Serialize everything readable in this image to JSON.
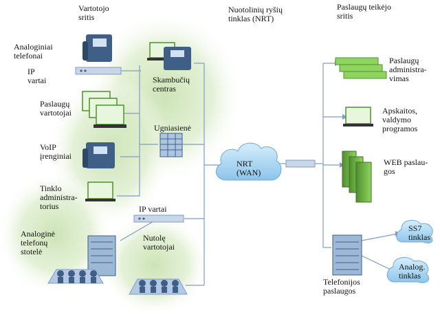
{
  "colors": {
    "glow": "#c9e2b2",
    "line": "#7f9bc4",
    "device_green": "#6cc24a",
    "cloud": "#b9ddf5",
    "phone": "#3f5f86"
  },
  "headers": {
    "consumer_area": "Vartotojo\nsritis",
    "remote_network": "Nuotolinių ryšių\ntinklas (NRT)",
    "provider_area": "Paslaugų teikėjo\nsritis"
  },
  "left": {
    "analog_phones": "Analoginiai\ntelefonai",
    "ip_gateway_top": "IP\nvartai",
    "service_consumers": "Paslaugų\nvartotojai",
    "voip_devices": "VoIP\nįrenginiai",
    "network_admin": "Tinklo\nadministra-\ntorius",
    "analog_station": "Analoginė\ntelefonų\nstotelė"
  },
  "center": {
    "call_center": "Skambučių\ncentras",
    "firewall": "Ugniasienė",
    "ip_gateway_mid": "IP vartai",
    "remote_users": "Nutolę\nvartotojai",
    "wan": "NRT\n(WAN)"
  },
  "right": {
    "service_admin": "Paslaugų\nadministra-\nvimas",
    "accounting": "Apskaitos,\nvaldymo\nprogramos",
    "web_services": "WEB paslau-\ngos",
    "ss7": "SS7\ntinklas",
    "analog_network": "Analog.\ntinklas",
    "telephony": "Telefonijos\npaslaugos"
  }
}
